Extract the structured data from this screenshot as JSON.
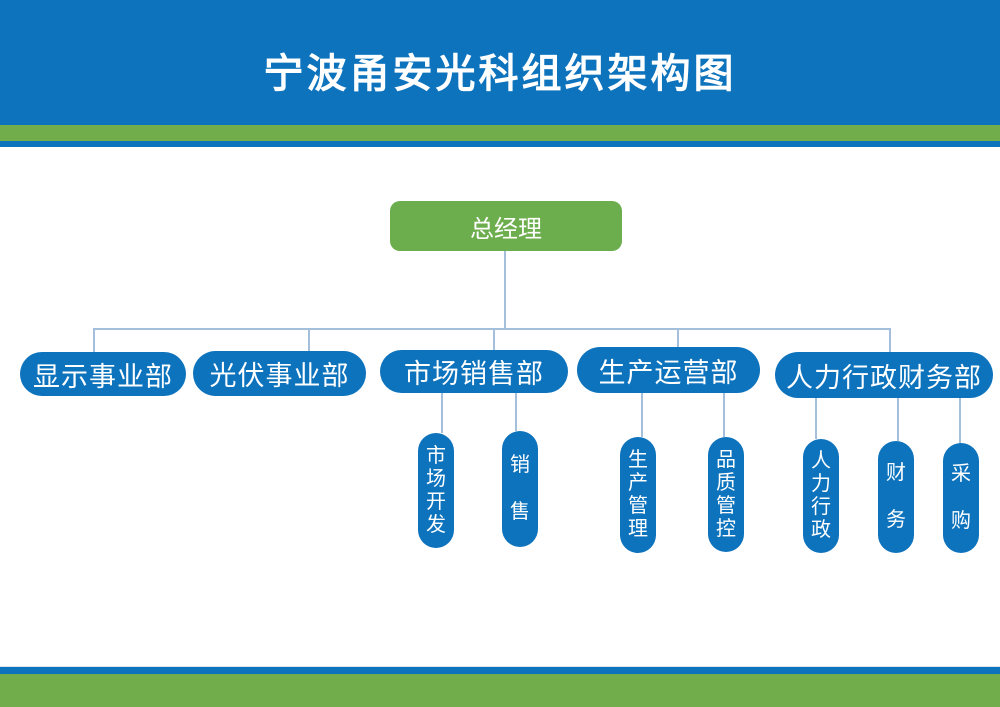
{
  "title": "宁波甬安光科组织架构图",
  "colors": {
    "banner-blue": "#0e73bd",
    "stripe-green": "#72ad4b",
    "node-blue": "#0e73bd",
    "node-green": "#6cad4d",
    "line-blue": "#a3bfdb",
    "text-white": "#ffffff"
  },
  "org": {
    "root": {
      "label": "总经理"
    },
    "departments": [
      {
        "label": "显示事业部",
        "children": []
      },
      {
        "label": "光伏事业部",
        "children": []
      },
      {
        "label": "市场销售部",
        "children": [
          {
            "label": "市场开发"
          },
          {
            "label": "销售"
          }
        ]
      },
      {
        "label": "生产运营部",
        "children": [
          {
            "label": "生产管理"
          },
          {
            "label": "品质管控"
          }
        ]
      },
      {
        "label": "人力行政财务部",
        "children": [
          {
            "label": "人力行政"
          },
          {
            "label": "财务"
          },
          {
            "label": "采购"
          }
        ]
      }
    ]
  }
}
